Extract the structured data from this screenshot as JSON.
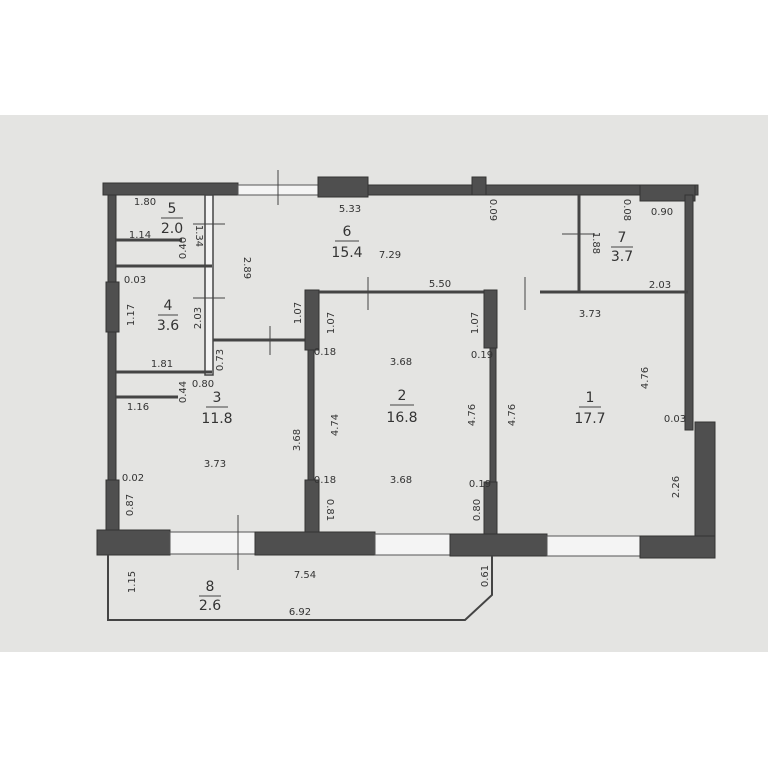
{
  "rooms": [
    {
      "number": "1",
      "area": "17.7"
    },
    {
      "number": "2",
      "area": "16.8"
    },
    {
      "number": "3",
      "area": "11.8"
    },
    {
      "number": "4",
      "area": "3.6"
    },
    {
      "number": "5",
      "area": "2.0"
    },
    {
      "number": "6",
      "area": "15.4"
    },
    {
      "number": "7",
      "area": "3.7"
    },
    {
      "number": "8",
      "area": "2.6"
    }
  ],
  "dims": [
    "1.80",
    "5.33",
    "0.90",
    "1.14",
    "7.29",
    "0.03",
    "5.50",
    "2.03",
    "3.73",
    "1.81",
    "3.68",
    "0.18",
    "0.19",
    "0.80",
    "1.16",
    "3.73",
    "0.02",
    "0.18",
    "3.68",
    "0.19",
    "0.03",
    "7.54",
    "6.92",
    "1.34",
    "0.40",
    "2.89",
    "0.09",
    "0.08",
    "1.88",
    "1.17",
    "2.03",
    "1.07",
    "1.07",
    "1.07",
    "0.73",
    "0.44",
    "4.74",
    "4.76",
    "4.76",
    "4.76",
    "3.68",
    "0.87",
    "0.81",
    "0.80",
    "2.26",
    "1.15",
    "0.61"
  ],
  "colors": {
    "wall": "#4f4f4f",
    "paper": "#e4e4e2"
  }
}
